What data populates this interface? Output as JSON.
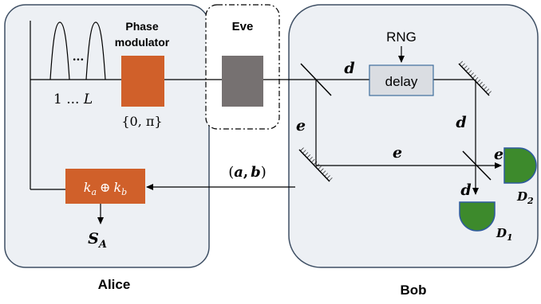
{
  "alice": {
    "label": "Alice",
    "pulse_labels": {
      "dots": "...",
      "one": "1",
      "ellipsis": "...",
      "L": "L"
    },
    "phase_modulator": {
      "line1": "Phase",
      "line2": "modulator",
      "phase_set": "{0, π}"
    },
    "key_box": {
      "ka": "k",
      "ka_sub": "a",
      "op": "⊕",
      "kb": "k",
      "kb_sub": "b"
    },
    "output": {
      "S": "S",
      "S_sub": "A"
    }
  },
  "eve": {
    "label": "Eve"
  },
  "channel": {
    "label_open": "(",
    "a": "a",
    "comma": ",",
    "b": "b",
    "label_close": ")"
  },
  "bob": {
    "label": "Bob",
    "rng": "RNG",
    "delay": "delay",
    "path_labels": {
      "d_top": "d",
      "d_right": "d",
      "e_left": "e",
      "e_mid": "e",
      "e_right": "e",
      "d_bottom": "d"
    },
    "detectors": {
      "d1": "D",
      "d1_sub": "1",
      "d2": "D",
      "d2_sub": "2"
    }
  },
  "colors": {
    "panel_fill": "#EDF0F4",
    "panel_stroke": "#3E4F64",
    "modulator_fill": "#D0602A",
    "eve_box": "#767171",
    "delay_fill": "#DADDE2",
    "detector_fill": "#3D8A2C",
    "detector_stroke": "#2F5A9E"
  }
}
